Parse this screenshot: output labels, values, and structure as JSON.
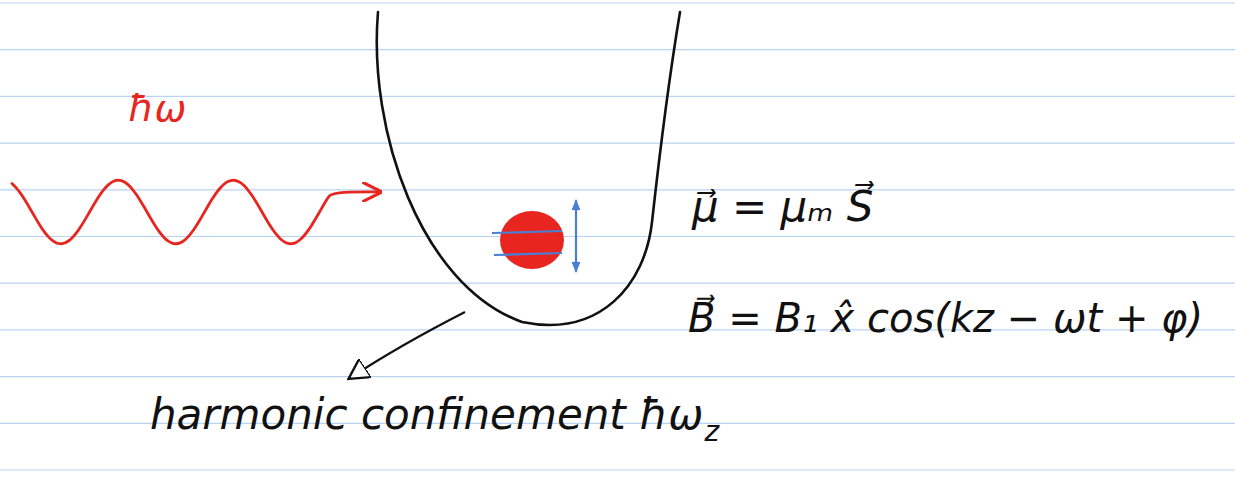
{
  "diagram": {
    "labels": [
      "ħω",
      "μ⃗ = μₘ S⃗",
      "B⃗ = B₁ x̂ cos(kz − ωt + φ)",
      "harmonic confinement ħω",
      "z"
    ]
  }
}
